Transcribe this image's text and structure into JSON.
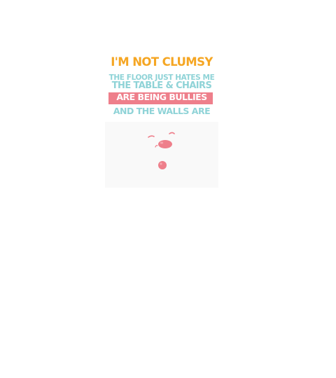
{
  "design": {
    "line1": "I'M NOT CLUMSY",
    "line2": "THE FLOOR JUST HATES ME",
    "line3": "THE TABLE & CHAIRS",
    "line4": "ARE BEING BULLIES",
    "line5": "AND THE WALLS ARE"
  },
  "colors": {
    "orange": "#f5a623",
    "teal": "#8fd3d7",
    "pink": "#ee7f8b"
  }
}
